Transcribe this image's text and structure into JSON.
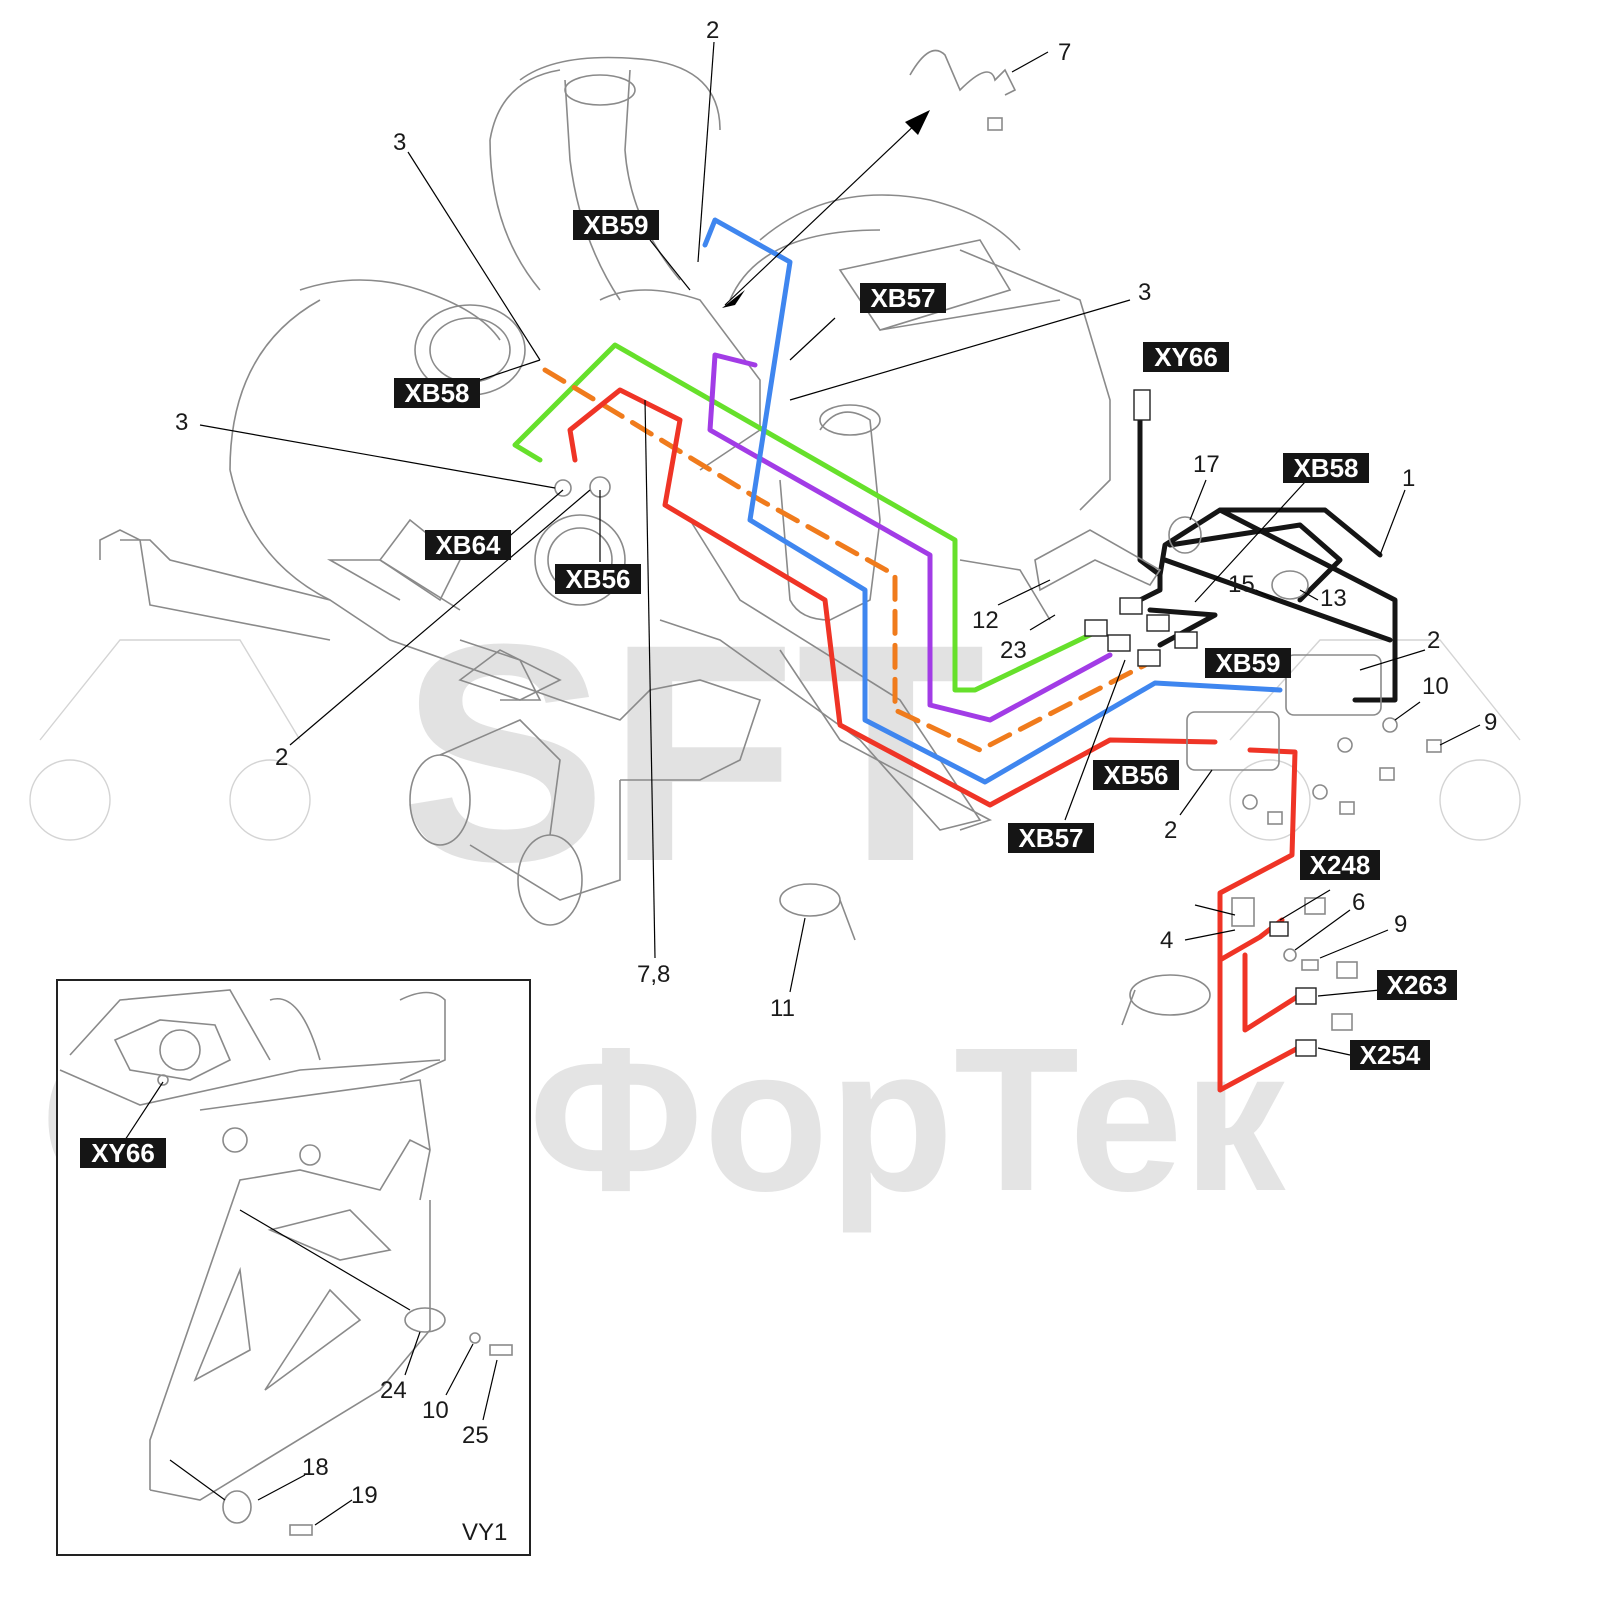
{
  "diagram": {
    "watermark": {
      "logo_text": "SFT",
      "company_text": "СканФорТек"
    },
    "colors": {
      "wire_green": "#66e02b",
      "wire_purple": "#a23ce6",
      "wire_orange": "#f07b1c",
      "wire_blue": "#3f86ef",
      "wire_red": "#ef3426",
      "wire_black": "#151515",
      "tag_background": "#151515"
    },
    "connector_tags": {
      "xb59_top": "XB59",
      "xb57_top": "XB57",
      "xb58_left": "XB58",
      "xb64": "XB64",
      "xb56_left": "XB56",
      "xy66_top": "XY66",
      "xb58_right": "XB58",
      "xb59_right": "XB59",
      "xb56_right": "XB56",
      "xb57_bottom": "XB57",
      "x248": "X248",
      "x263": "X263",
      "x254": "X254",
      "xy66_inset": "XY66"
    },
    "callouts": {
      "n2_top": "2",
      "n7_top": "7",
      "n3_top": "3",
      "n3_right": "3",
      "n3_left": "3",
      "n2_left": "2",
      "n78": "7,8",
      "n17": "17",
      "n1": "1",
      "n15": "15",
      "n13": "13",
      "n12": "12",
      "n23": "23",
      "n2_right": "2",
      "n10_right": "10",
      "n9_right": "9",
      "n2_lower": "2",
      "n6": "6",
      "n9_lower": "9",
      "n4": "4",
      "n11": "11"
    },
    "inset": {
      "label": "VY1",
      "callouts": {
        "n24": "24",
        "n10": "10",
        "n25": "25",
        "n18": "18",
        "n19": "19"
      }
    }
  }
}
